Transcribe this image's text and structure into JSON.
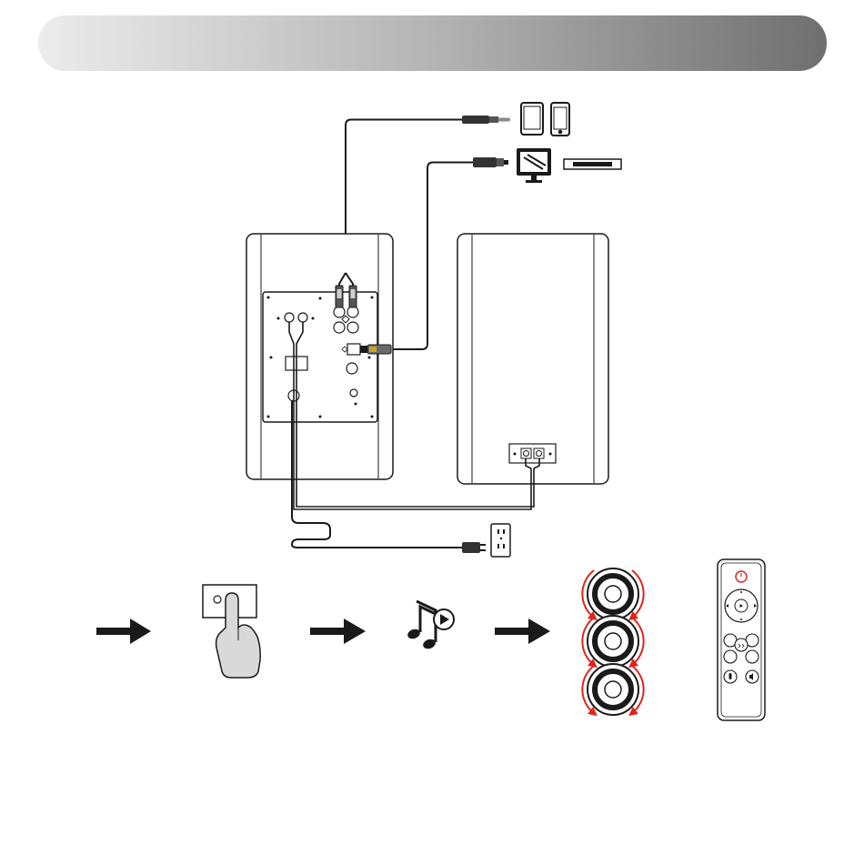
{
  "header": {
    "title": ""
  },
  "colors": {
    "accent_red": "#e0231c",
    "line": "#1a1a1a",
    "header_light": "#ececec",
    "header_dark": "#6f6f6f"
  },
  "icons": [
    "tablet-icon",
    "smartphone-icon",
    "tv-icon",
    "soundbar-icon",
    "rca-plug-icon",
    "optical-plug-icon",
    "wall-outlet-icon",
    "power-plug-icon",
    "finger-press-icon",
    "music-play-icon",
    "volume-knob-icon",
    "remote-control-icon",
    "arrow-right-icon"
  ],
  "steps": [
    {
      "name": "press-power"
    },
    {
      "name": "play-music"
    },
    {
      "name": "adjust-knobs"
    },
    {
      "name": "remote"
    }
  ]
}
